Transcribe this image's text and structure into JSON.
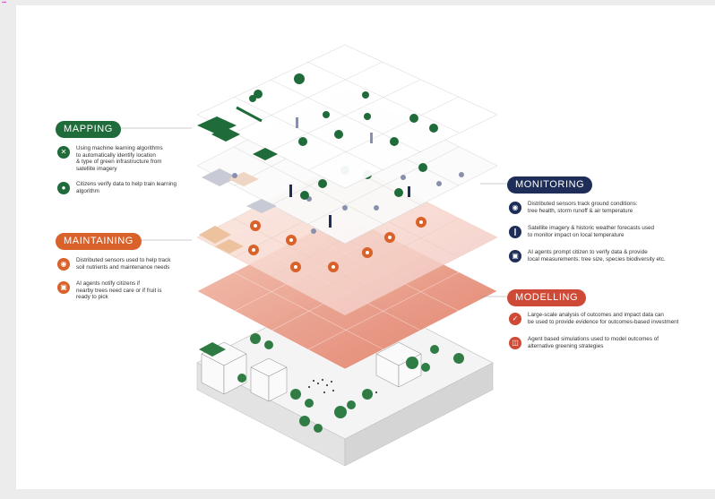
{
  "colors": {
    "green": "#1f6b3a",
    "orange": "#d9622b",
    "navy": "#1e2e58",
    "red": "#cf4a36"
  },
  "sections": {
    "mapping": {
      "title": "MAPPING",
      "items": [
        {
          "icon": "satellite-icon",
          "text": "Using machine learning algorithms\nto automatically identify location\n& type of green infrastructure from\nsatellite imagery"
        },
        {
          "icon": "location-pin-icon",
          "text": "Citizens verify data to help train learning\nalgorithm"
        }
      ]
    },
    "maintaining": {
      "title": "MAINTAINING",
      "items": [
        {
          "icon": "sensor-icon",
          "text": "Distributed sensors used to help track\nsoil nutrients and maintenance needs"
        },
        {
          "icon": "ai-agent-icon",
          "text": "AI agents notify citizens if\nnearby trees need care or if fruit is\nready to pick"
        }
      ]
    },
    "monitoring": {
      "title": "MONITORING",
      "items": [
        {
          "icon": "sensor-icon",
          "text": "Distributed sensors track ground conditions:\ntree health, storm runoff & air temperature"
        },
        {
          "icon": "thermometer-icon",
          "text": "Satellite imagery & historic weather forecasts used\nto monitor impact on local temperature"
        },
        {
          "icon": "ai-agent-icon",
          "text": "AI agents prompt citizen to verify data & provide\nlocal measurements: tree size, species biodiversity etc."
        }
      ]
    },
    "modelling": {
      "title": "MODELLING",
      "items": [
        {
          "icon": "checkmark-icon",
          "text": "Large-scale analysis of outcomes and impact data can\nbe used to provide evidence for outcomes-based investment"
        },
        {
          "icon": "cube-icon",
          "text": "Agent based simulations used to model outcomes of\nalternative greening strategies"
        }
      ]
    }
  }
}
